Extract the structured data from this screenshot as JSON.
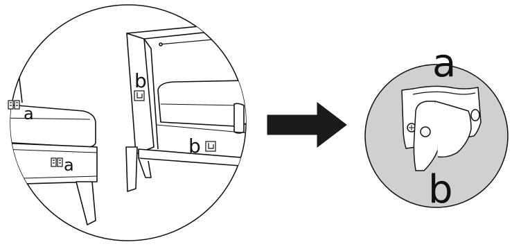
{
  "colors": {
    "line": "#111111",
    "background": "#ffffff",
    "detail_circle_fill": "#d0d0d0",
    "bracket_fill": "#ffffff",
    "arrow": "#1a1a1a"
  },
  "left_view": {
    "label_a_upper": "a",
    "label_a_lower": "a",
    "label_b_upper": "b",
    "label_b_lower": "b",
    "connector_icon_a": "bracket-a-icon",
    "connector_icon_b": "bracket-b-icon"
  },
  "arrow": {
    "icon": "right-arrow-icon"
  },
  "right_view": {
    "label_a": "a",
    "label_b": "b"
  }
}
